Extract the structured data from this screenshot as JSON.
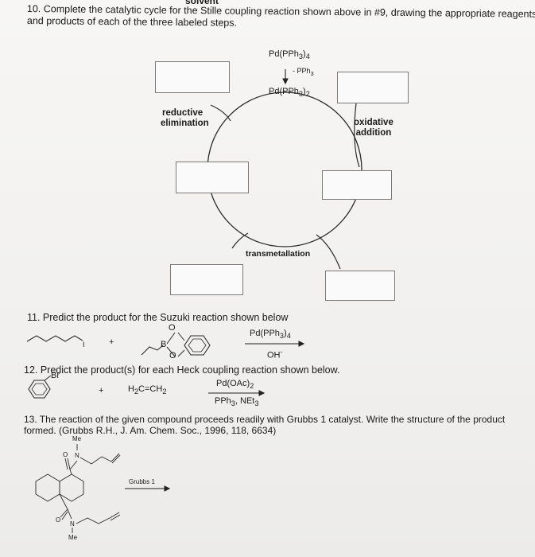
{
  "header_fragment": "solvent",
  "q10": {
    "line1": "10. Complete the catalytic cycle for the Stille coupling reaction shown above in #9, drawing the appropriate reagents",
    "line2": "and products of each of the three labeled steps.",
    "catalyst": "Pd(PPh3)4",
    "loss": "- PPh3",
    "active_catalyst": "Pd(PPh3)2",
    "step_reductive": [
      "reductive",
      "elimination"
    ],
    "step_oxidative": [
      "oxidative",
      "addition"
    ],
    "step_transmetallation": "transmetallation"
  },
  "q11": {
    "text": "11. Predict the product for the Suzuki reaction shown below",
    "plus": "+",
    "boron_O_top": "O",
    "boron_B": "B",
    "boron_O_bottom": "O",
    "iodide_I": "I",
    "catalyst": "Pd(PPh3)4",
    "base": "OH-"
  },
  "q12": {
    "text": "12. Predict the product(s) for each Heck coupling reaction shown below.",
    "Br": "Br",
    "plus": "+",
    "alkene": "H2C=CH2",
    "catalyst": "Pd(OAc)2",
    "conditions": "PPh3, NEt3"
  },
  "q13": {
    "line1": "13. The reaction of the given compound proceeds readily with Grubbs 1 catalyst. Write the structure of the product",
    "line2": "formed. (Grubbs R.H., J. Am. Chem. Soc., 1996, 118, 6634)",
    "me_top": "Me",
    "me_bottom": "Me",
    "N_top": "N",
    "N_bottom": "N",
    "O_top": "O",
    "O_bottom": "O",
    "reagent": "Grubbs 1"
  }
}
